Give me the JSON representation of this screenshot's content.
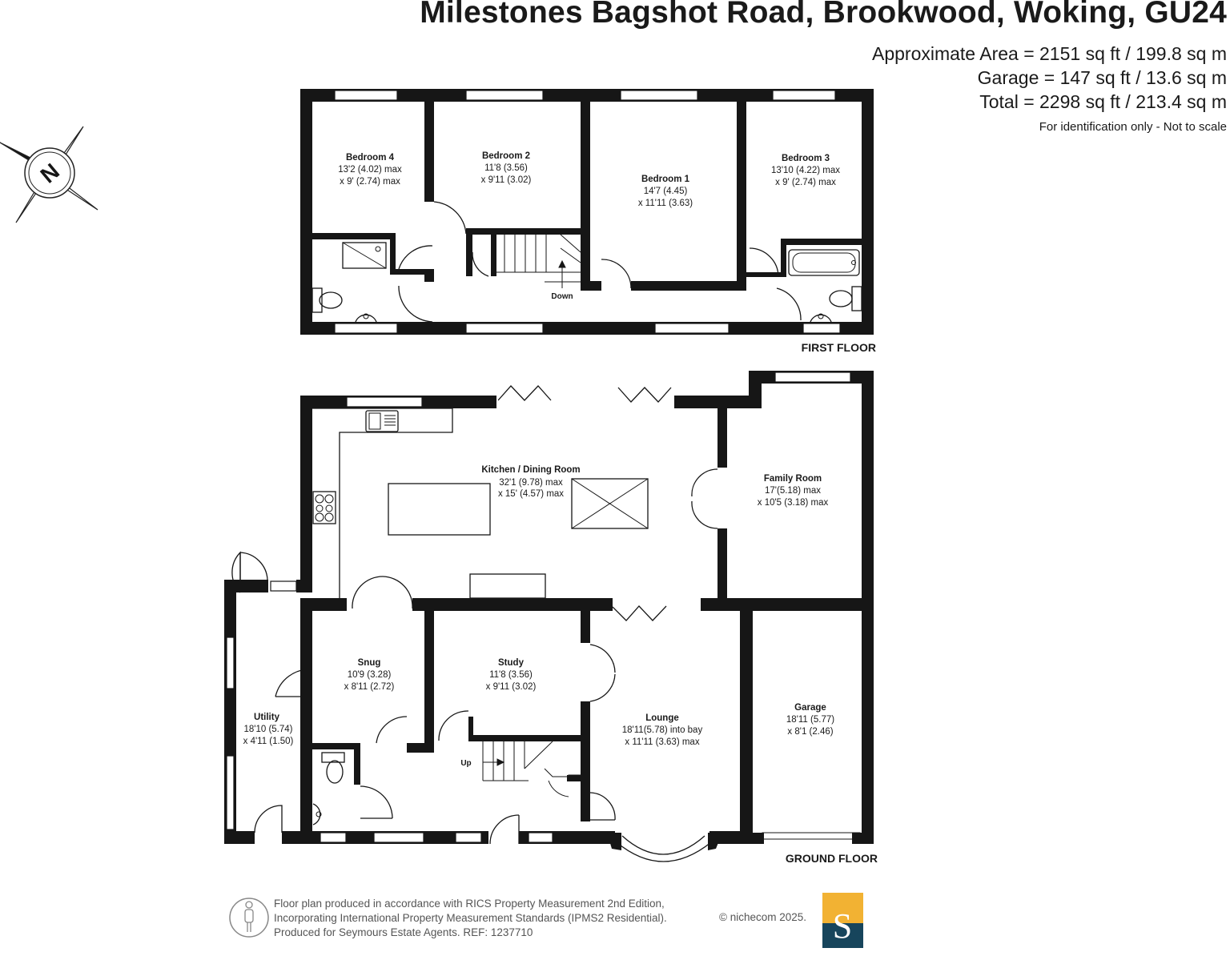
{
  "header": {
    "title": "Milestones Bagshot Road, Brookwood, Woking, GU24",
    "area_lines": [
      "Approximate Area = 2151 sq ft / 199.8 sq m",
      "Garage = 147 sq ft / 13.6 sq m",
      "Total = 2298 sq ft / 213.4 sq m"
    ],
    "note": "For identification only - Not to scale"
  },
  "compass": {
    "letter": "N",
    "icon": "compass-north-icon"
  },
  "first_floor": {
    "label": "FIRST FLOOR",
    "stairs_label": "Down",
    "rooms": [
      {
        "name": "Bedroom 4",
        "dims": [
          "13'2 (4.02) max",
          "x 9' (2.74) max"
        ]
      },
      {
        "name": "Bedroom 2",
        "dims": [
          "11'8 (3.56)",
          "x 9'11 (3.02)"
        ]
      },
      {
        "name": "Bedroom 1",
        "dims": [
          "14'7 (4.45)",
          "x 11'11 (3.63)"
        ]
      },
      {
        "name": "Bedroom 3",
        "dims": [
          "13'10 (4.22) max",
          "x 9' (2.74) max"
        ]
      }
    ]
  },
  "ground_floor": {
    "label": "GROUND FLOOR",
    "stairs_label": "Up",
    "rooms": [
      {
        "name": "Kitchen / Dining Room",
        "dims": [
          "32'1 (9.78) max",
          "x 15' (4.57) max"
        ]
      },
      {
        "name": "Family Room",
        "dims": [
          "17'(5.18) max",
          "x 10'5 (3.18) max"
        ]
      },
      {
        "name": "Snug",
        "dims": [
          "10'9 (3.28)",
          "x 8'11 (2.72)"
        ]
      },
      {
        "name": "Study",
        "dims": [
          "11'8 (3.56)",
          "x 9'11 (3.02)"
        ]
      },
      {
        "name": "Utility",
        "dims": [
          "18'10 (5.74)",
          "x 4'11 (1.50)"
        ]
      },
      {
        "name": "Lounge",
        "dims": [
          "18'11(5.78) into bay",
          "x 11'11 (3.63) max"
        ]
      },
      {
        "name": "Garage",
        "dims": [
          "18'11 (5.77)",
          "x 8'1 (2.46)"
        ]
      }
    ]
  },
  "footer": {
    "lines": [
      "Floor plan produced in accordance with RICS Property Measurement 2nd Edition,",
      "Incorporating International Property Measurement Standards (IPMS2 Residential).",
      "Produced for Seymours Estate Agents.   REF: 1237710"
    ],
    "copyright": "© nichecom 2025.",
    "logo_letter": "S",
    "colors": {
      "logo_yellow": "#f2b233",
      "logo_navy": "#17455c",
      "wall": "#161616"
    }
  }
}
